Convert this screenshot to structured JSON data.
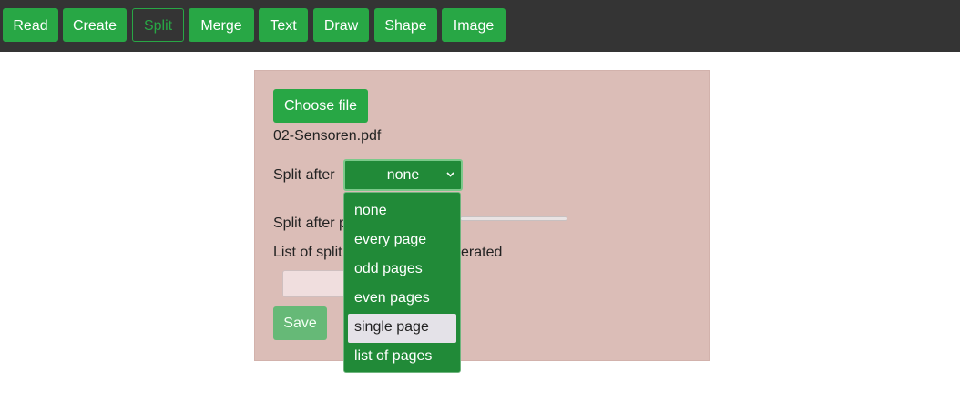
{
  "nav": {
    "items": [
      "Read",
      "Create",
      "Split",
      "Merge",
      "Text",
      "Draw",
      "Shape",
      "Image"
    ],
    "active": "Split"
  },
  "panel": {
    "choose_file_label": "Choose file",
    "file_name": "02-Sensoren.pdf",
    "split_after_label": "Split after",
    "split_after_value": "none",
    "split_after_page_label_visible": "Split after p",
    "list_label_left": "List of split",
    "list_label_right": "erated",
    "save_label": "Save"
  },
  "dropdown": {
    "options": [
      "none",
      "every page",
      "odd pages",
      "even pages",
      "single page",
      "list of pages"
    ],
    "hovered": "single page"
  },
  "colors": {
    "topbar": "#343434",
    "accent_green": "#28a745",
    "dark_green": "#218a38",
    "panel_bg": "#dbbdb7",
    "save_disabled": "#66b977"
  }
}
